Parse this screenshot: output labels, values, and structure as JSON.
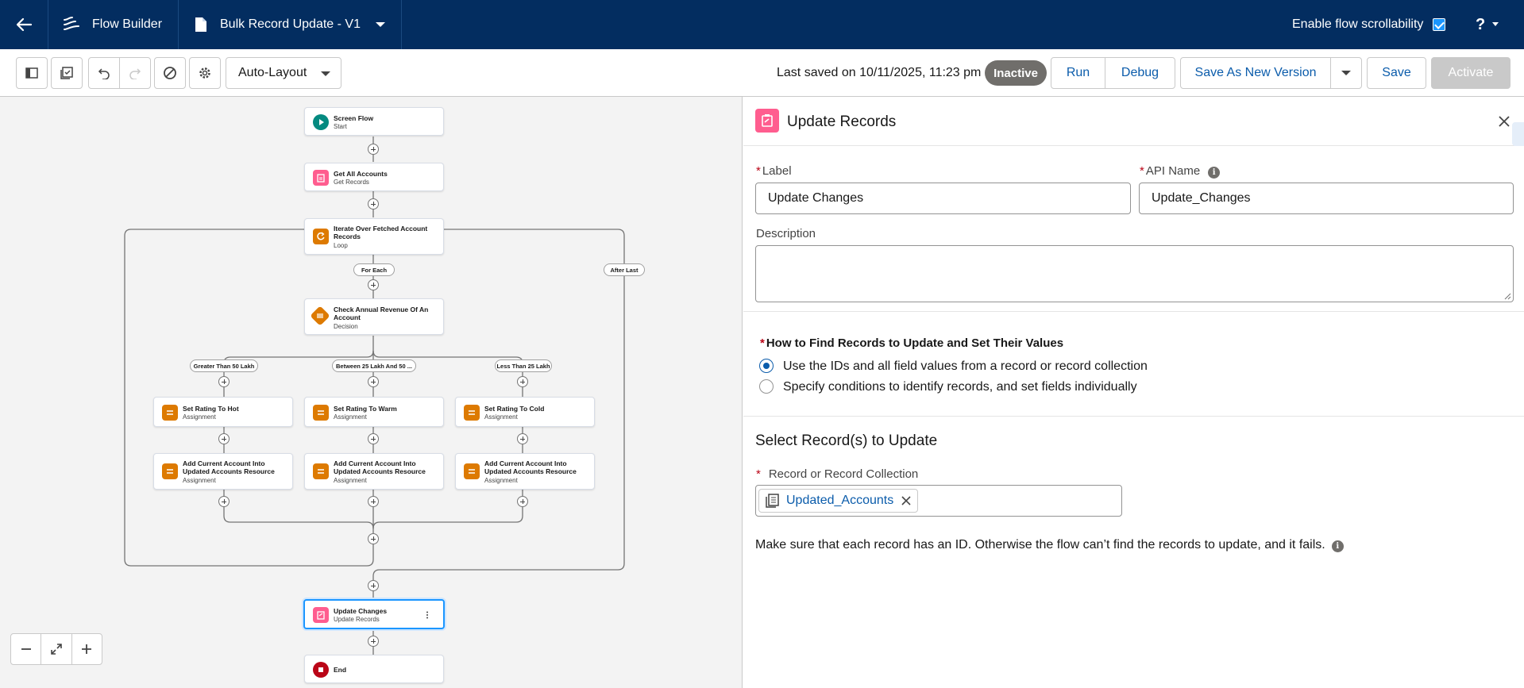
{
  "topbar": {
    "app_name": "Flow Builder",
    "flow_name": "Bulk Record Update - V1",
    "scroll_label": "Enable flow scrollability",
    "help": "?"
  },
  "toolbar": {
    "layout_select": "Auto-Layout",
    "last_saved": "Last saved on 10/11/2025, 11:23 pm",
    "status": "Inactive",
    "run": "Run",
    "debug": "Debug",
    "save_as_new": "Save As New Version",
    "save": "Save",
    "activate": "Activate"
  },
  "canvas": {
    "nodes": {
      "start": {
        "title": "Screen Flow",
        "sub": "Start"
      },
      "get_accounts": {
        "title": "Get All Accounts",
        "sub": "Get Records"
      },
      "loop": {
        "title": "Iterate Over Fetched Account Records",
        "sub": "Loop"
      },
      "decision": {
        "title": "Check Annual Revenue Of An Account",
        "sub": "Decision"
      },
      "hot": {
        "title": "Set Rating To Hot",
        "sub": "Assignment"
      },
      "warm": {
        "title": "Set Rating To Warm",
        "sub": "Assignment"
      },
      "cold": {
        "title": "Set Rating To Cold",
        "sub": "Assignment"
      },
      "add1": {
        "title": "Add Current Account Into Updated Accounts Resource",
        "sub": "Assignment"
      },
      "add2": {
        "title": "Add Current Account Into Updated Accounts Resource",
        "sub": "Assignment"
      },
      "add3": {
        "title": "Add Current Account Into Updated Accounts Resource",
        "sub": "Assignment"
      },
      "update": {
        "title": "Update Changes",
        "sub": "Update Records"
      },
      "end": {
        "title": "End"
      }
    },
    "pills": {
      "for_each": "For Each",
      "after_last": "After Last",
      "gt50": "Greater Than 50 Lakh",
      "between": "Between 25 Lakh And 50 ...",
      "lt25": "Less Than 25 Lakh"
    }
  },
  "panel": {
    "title": "Update Records",
    "label_label": "Label",
    "label_value": "Update Changes",
    "api_label": "API Name",
    "api_value": "Update_Changes",
    "description_label": "Description",
    "description_value": "",
    "how_label": "How to Find Records to Update and Set Their Values",
    "option1": "Use the IDs and all field values from a record or record collection",
    "option2": "Specify conditions to identify records, and set fields individually",
    "select_title": "Select Record(s) to Update",
    "collection_label": "Record or Record Collection",
    "collection_value": "Updated_Accounts",
    "note": "Make sure that each record has an ID. Otherwise the flow can’t find the records to update, and it fails."
  },
  "colors": {
    "header_bg": "#032d60",
    "brand_blue": "#0b5cab",
    "loop_orange": "#dd7a01",
    "records_pink": "#ff5d8f",
    "start_teal": "#048a80",
    "end_red": "#ba0517"
  }
}
